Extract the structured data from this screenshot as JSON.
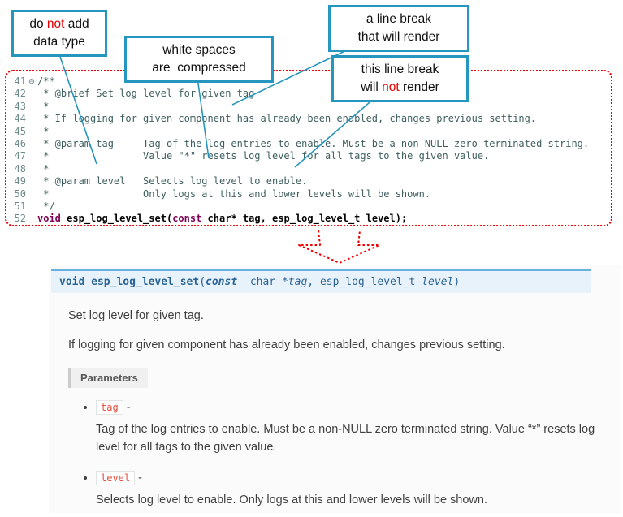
{
  "colors": {
    "callout-border": "#2596be",
    "annotation-red": "#e80000",
    "editor-comment": "#3f5f5f",
    "editor-keyword": "#7f0055",
    "editor-lineno": "#6e8b8b",
    "sig-bg": "#e7f2fa",
    "sig-border": "#6ab0de",
    "sig-text": "#2a6496",
    "literal-red": "#e74c3c",
    "body-text": "#404040",
    "params-bg": "#f0f0f0",
    "dotted-red": "#ee0000"
  },
  "callouts": [
    {
      "id": "box1",
      "lines": [
        [
          {
            "t": "do "
          },
          {
            "t": "not",
            "red": true
          },
          {
            "t": " add"
          }
        ],
        [
          {
            "t": "data type"
          }
        ]
      ]
    },
    {
      "id": "box2",
      "lines": [
        [
          {
            "t": "white spaces"
          }
        ],
        [
          {
            "t": "are  compressed"
          }
        ]
      ]
    },
    {
      "id": "box3",
      "lines": [
        [
          {
            "t": "a line break"
          }
        ],
        [
          {
            "t": "that will render"
          }
        ]
      ]
    },
    {
      "id": "box4",
      "lines": [
        [
          {
            "t": "this line break"
          }
        ],
        [
          {
            "t": "will "
          },
          {
            "t": "not",
            "red": true
          },
          {
            "t": " render"
          }
        ]
      ]
    }
  ],
  "editor": {
    "lines": [
      {
        "num": "41",
        "fold": "⊖",
        "segs": [
          {
            "t": "/**",
            "c": "doc"
          }
        ]
      },
      {
        "num": "42",
        "segs": [
          {
            "t": " * @brief Set log level for given tag",
            "c": "doc"
          }
        ]
      },
      {
        "num": "43",
        "segs": [
          {
            "t": " *",
            "c": "doc"
          }
        ]
      },
      {
        "num": "44",
        "segs": [
          {
            "t": " * If logging for given component has already been enabled, changes previous setting.",
            "c": "doc"
          }
        ]
      },
      {
        "num": "45",
        "segs": [
          {
            "t": " *",
            "c": "doc"
          }
        ]
      },
      {
        "num": "46",
        "segs": [
          {
            "t": " * @param tag     Tag of the log entries to enable. Must be a non-NULL zero terminated string.",
            "c": "doc"
          }
        ]
      },
      {
        "num": "47",
        "segs": [
          {
            "t": " *                Value \"*\" resets log level for all tags to the given value.",
            "c": "doc"
          }
        ]
      },
      {
        "num": "48",
        "segs": [
          {
            "t": " *",
            "c": "doc"
          }
        ]
      },
      {
        "num": "49",
        "segs": [
          {
            "t": " * @param level   Selects log level to enable.",
            "c": "doc"
          }
        ]
      },
      {
        "num": "50",
        "segs": [
          {
            "t": " *                Only logs at this and lower levels will be shown.",
            "c": "doc"
          }
        ]
      },
      {
        "num": "51",
        "segs": [
          {
            "t": " */",
            "c": "doc"
          }
        ]
      },
      {
        "num": "52",
        "segs": [
          {
            "t": "void",
            "c": "kw"
          },
          {
            "t": " ",
            "c": "pl"
          },
          {
            "t": "esp_log_level_set",
            "c": "fn"
          },
          {
            "t": "(",
            "c": "pl"
          },
          {
            "t": "const",
            "c": "kw"
          },
          {
            "t": " char* tag, esp_log_level_t level);",
            "c": "pl"
          }
        ]
      }
    ]
  },
  "docs": {
    "signature": [
      {
        "t": "void ",
        "c": "kw"
      },
      {
        "t": "esp_log_level_set",
        "c": "name"
      },
      {
        "t": "(",
        "c": "pl"
      },
      {
        "t": "const",
        "c": "kwit"
      },
      {
        "t": "  char *",
        "c": "pl"
      },
      {
        "t": "tag",
        "c": "it"
      },
      {
        "t": ", ",
        "c": "pl"
      },
      {
        "t": "esp_log_level_t ",
        "c": "pl"
      },
      {
        "t": "level",
        "c": "it"
      },
      {
        "t": ")",
        "c": "pl"
      }
    ],
    "para1": "Set log level for given tag.",
    "para2": "If logging for given component has already been enabled, changes previous setting.",
    "parameters_label": "Parameters",
    "params": [
      {
        "name": "tag",
        "dash": "-",
        "desc": "Tag of the log entries to enable. Must be a non-NULL zero terminated string. Value “*” resets log level for all tags to the given value."
      },
      {
        "name": "level",
        "dash": "-",
        "desc": "Selects log level to enable. Only logs at this and lower levels will be shown."
      }
    ]
  }
}
